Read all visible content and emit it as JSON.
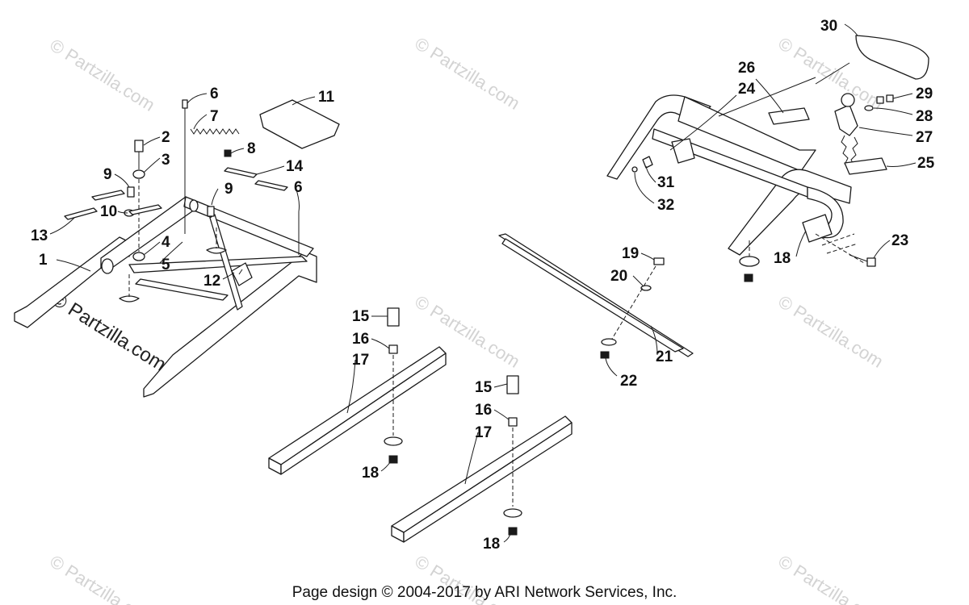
{
  "watermark": "© Partzilla.com",
  "footer": "Page design © 2004-2017 by ARI Network Services, Inc.",
  "callouts": {
    "c1": "1",
    "c2": "2",
    "c3": "3",
    "c4": "4",
    "c5": "5",
    "c6a": "6",
    "c6b": "6",
    "c7": "7",
    "c8": "8",
    "c9a": "9",
    "c9b": "9",
    "c10": "10",
    "c11": "11",
    "c12": "12",
    "c13": "13",
    "c14": "14",
    "c15a": "15",
    "c15b": "15",
    "c16a": "16",
    "c16b": "16",
    "c17a": "17",
    "c17b": "17",
    "c18a": "18",
    "c18b": "18",
    "c18c": "18",
    "c19": "19",
    "c20": "20",
    "c21": "21",
    "c22": "22",
    "c23": "23",
    "c24": "24",
    "c25": "25",
    "c26": "26",
    "c27": "27",
    "c28": "28",
    "c29": "29",
    "c30": "30",
    "c31": "31",
    "c32": "32"
  }
}
